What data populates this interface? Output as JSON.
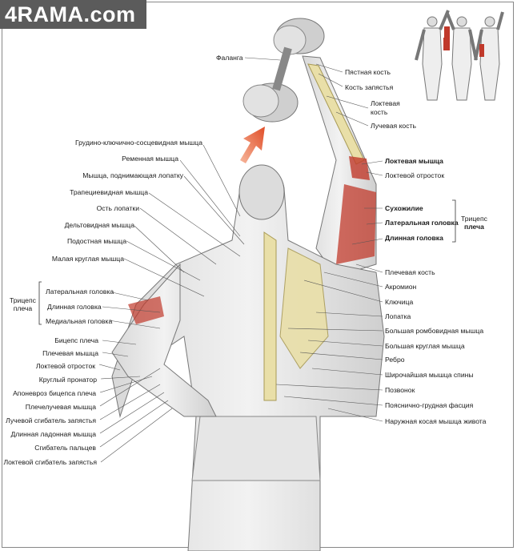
{
  "logo": "4RAMA.com",
  "labels_left": [
    "Грудино-ключично-сосцевидная мышца",
    "Ременная мышца",
    "Мышца, поднимающая лопатку",
    "Трапециевидная мышца",
    "Ость лопатки",
    "Дельтовидная мышца",
    "Подостная мышца",
    "Малая круглая мышца",
    "Латеральная головка",
    "Длинная головка",
    "Медиальная головка",
    "Бицепс плеча",
    "Плечевая мышца",
    "Локтевой отросток",
    "Круглый пронатор",
    "Апоневроз бицепса плеча",
    "Плечелучевая мышца",
    "Лучевой сгибатель запястья",
    "Длинная ладонная мышца",
    "Сгибатель пальцев",
    "Локтевой сгибатель запястья"
  ],
  "triceps_left": {
    "line1": "Трицепс",
    "line2": "плеча"
  },
  "labels_right": [
    "Фаланга",
    "Пястная кость",
    "Кость запястья",
    "Локтевая",
    "кость",
    "Лучевая кость",
    "Локтевая мышца",
    "Локтевой отросток",
    "Сухожилие",
    "Латеральная головка",
    "Длинная головка",
    "Плечевая кость",
    "Акромион",
    "Ключица",
    "Лопатка",
    "Большая ромбовидная мышца",
    "Большая круглая мышца",
    "Ребро",
    "Широчайшая мышца спины",
    "Позвонок",
    "Пояснично-грудная фасция",
    "Наружная косая мышца живота"
  ],
  "triceps_right": {
    "line1": "Трицепс",
    "line2": "плеча"
  },
  "colors": {
    "muscle_highlight": "#c0392b",
    "bone": "#e9dfa8",
    "arrow": "#e8653f",
    "logo_bg": "#5b5b5b"
  }
}
